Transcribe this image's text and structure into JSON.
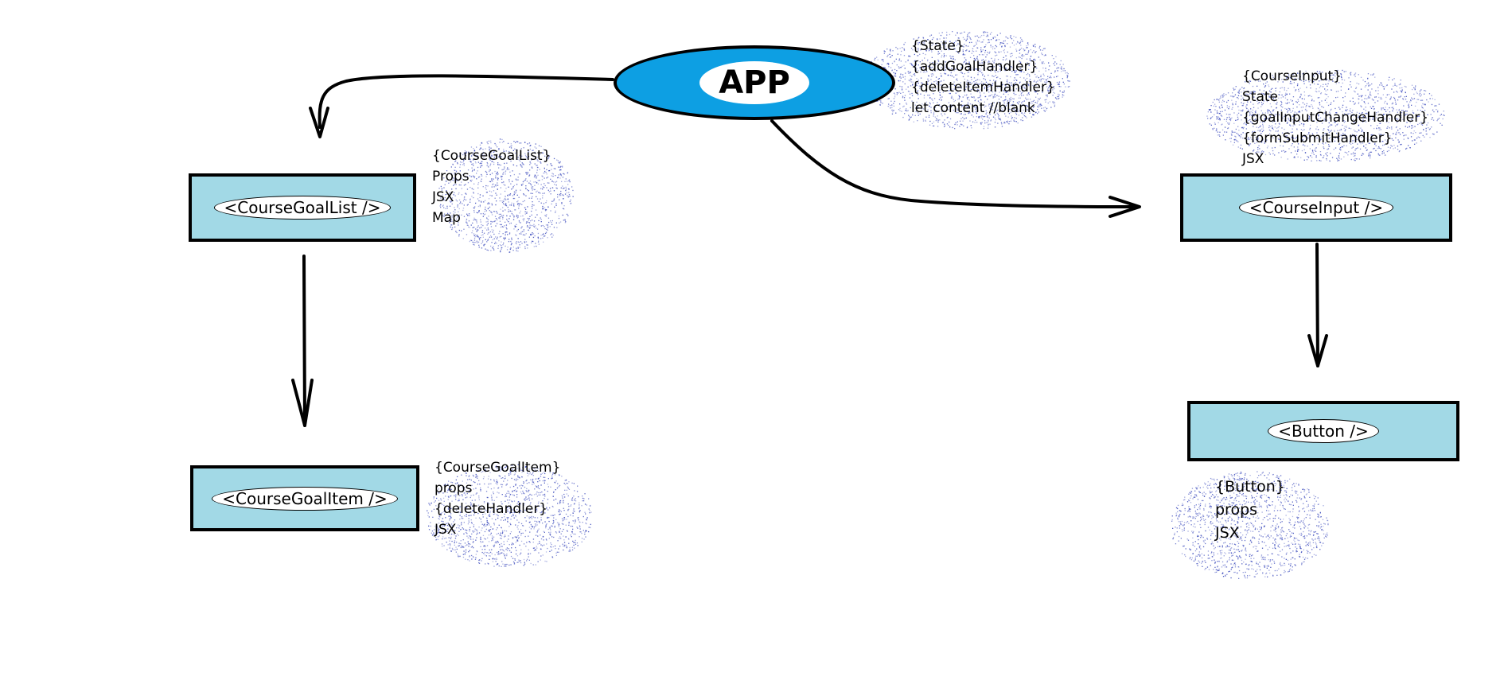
{
  "app": {
    "label": "APP"
  },
  "components": {
    "course_goal_list": "<CourseGoalList />",
    "course_goal_item": "<CourseGoalItem />",
    "course_input": "<CourseInput />",
    "button": "<Button />"
  },
  "notes": {
    "app": [
      "{State}",
      "{addGoalHandler}",
      "{deleteItemHandler}",
      "let content //blank"
    ],
    "course_goal_list": [
      "{CourseGoalList}",
      "Props",
      "JSX",
      "Map"
    ],
    "course_goal_item": [
      "{CourseGoalItem}",
      "props",
      "{deleteHandler}",
      "JSX"
    ],
    "course_input": [
      "{CourseInput}",
      "State",
      "{goalInputChangeHandler}",
      "{formSubmitHandler}",
      "JSX"
    ],
    "button": [
      "{Button}",
      "props",
      "JSX"
    ]
  },
  "colors": {
    "app_fill": "#0d9fe3",
    "box_fill": "#a2d9e6",
    "spray": "#2f3fb8",
    "line": "#000000"
  }
}
